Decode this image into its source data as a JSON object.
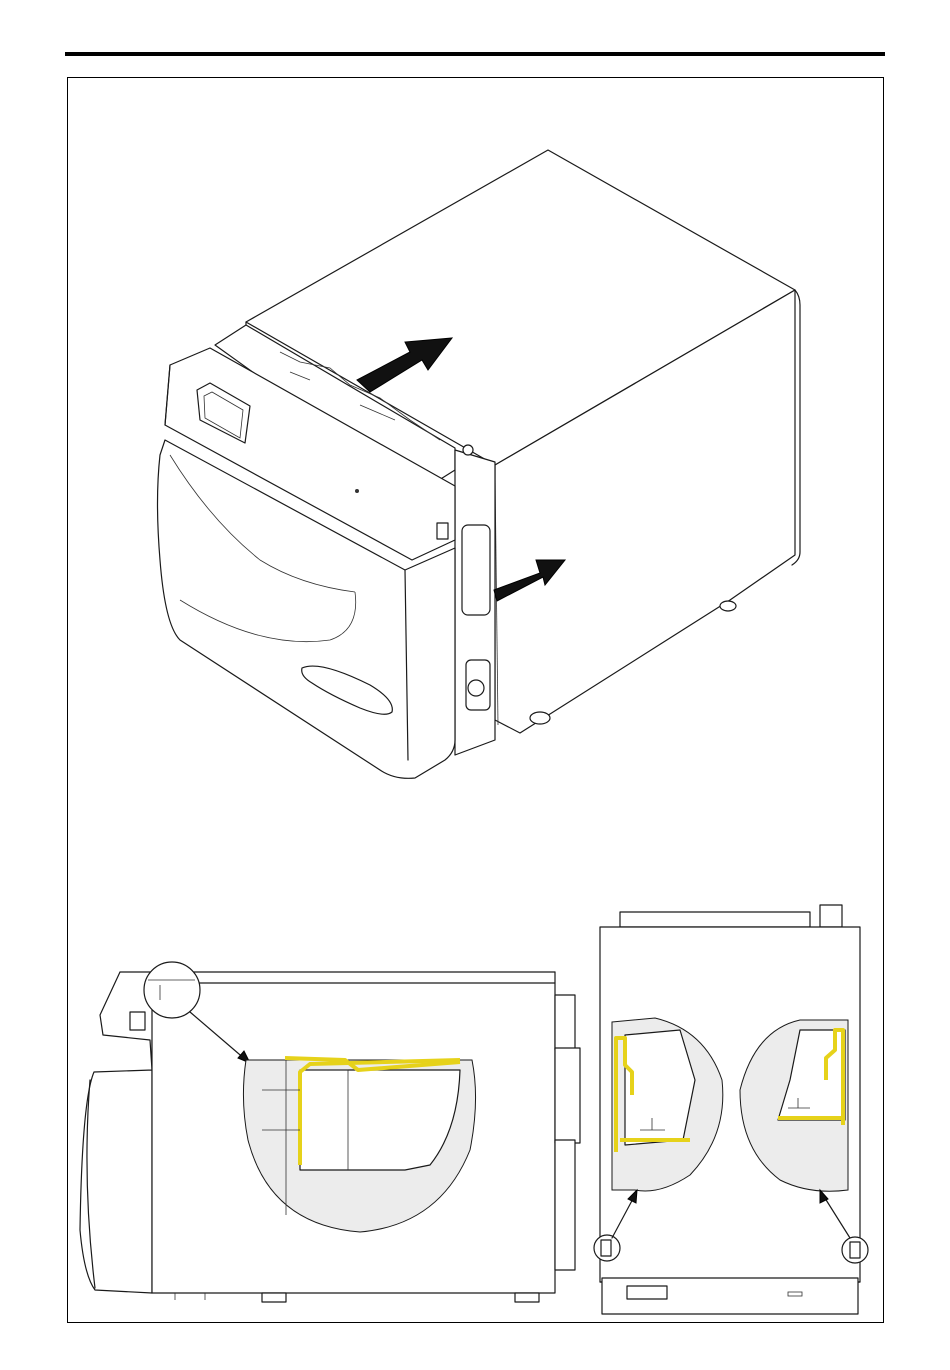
{
  "page": {
    "figures": [
      {
        "id": "isometric-view",
        "icon": "autoclave-isometric-drawing"
      },
      {
        "id": "side-view",
        "icon": "autoclave-side-section-drawing"
      },
      {
        "id": "front-view",
        "icon": "autoclave-front-section-drawing"
      }
    ],
    "colors": {
      "highlight": "#e6d21a",
      "line": "#1a1a1a",
      "zoom_fill": "#ececec"
    }
  }
}
